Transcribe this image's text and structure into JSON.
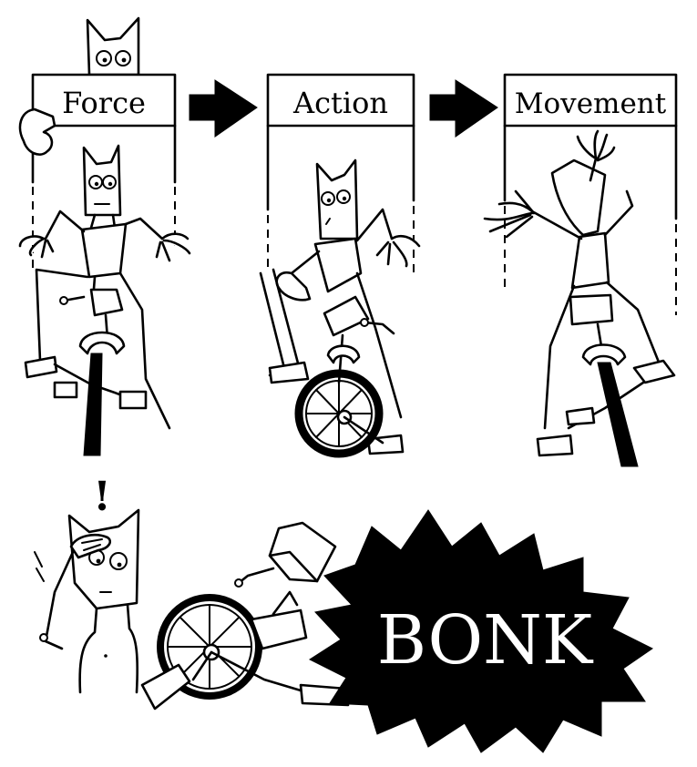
{
  "panels": [
    {
      "label": "Force"
    },
    {
      "label": "Action"
    },
    {
      "label": "Movement"
    }
  ],
  "exclamation": "!",
  "sound_effect": "BONK",
  "colors": {
    "ink": "#000000",
    "paper": "#ffffff",
    "burst": "#000000",
    "burst_text": "#ffffff"
  }
}
